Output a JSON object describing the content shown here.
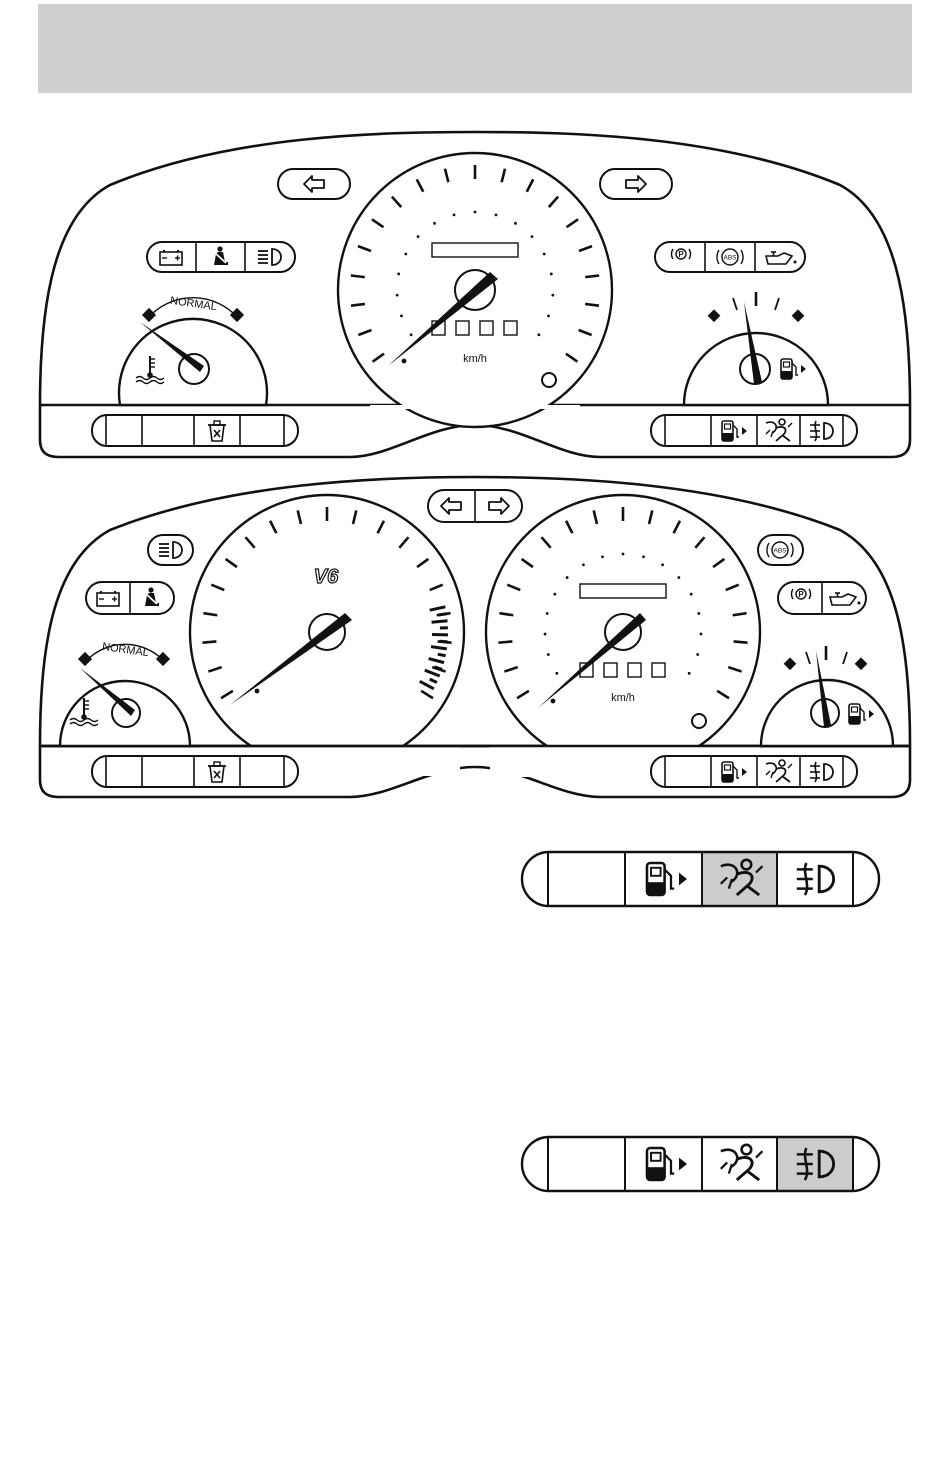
{
  "header": {
    "title": ""
  },
  "colors": {
    "stroke": "#111111",
    "header_gray": "#cfcfcf",
    "highlight_gray": "#cccccc"
  },
  "cluster_base": {
    "speedometer": {
      "unit_label": "km/h"
    },
    "temperature_gauge": {
      "label": "NORMAL"
    },
    "top_left_lamps": [
      "battery-icon",
      "seatbelt-icon",
      "headlamp-icon"
    ],
    "top_right_lamps": [
      "brake-warning-icon",
      "abs-icon",
      "oil-pressure-icon"
    ],
    "bottom_left_lamps": [
      "",
      "",
      "engine-check-icon",
      ""
    ],
    "bottom_right_lamps": [
      "",
      "low-fuel-icon",
      "airbag-icon",
      "front-fog-lamp-icon"
    ],
    "turn_signals": [
      "left-turn-arrow-icon",
      "right-turn-arrow-icon"
    ]
  },
  "cluster_v6": {
    "tachometer": {
      "badge": "V6"
    },
    "speedometer": {
      "unit_label": "km/h"
    },
    "temperature_gauge": {
      "label": "NORMAL"
    },
    "left_lamps": [
      "headlamp-icon",
      "battery-icon",
      "seatbelt-icon"
    ],
    "right_lamps": [
      "abs-icon",
      "brake-warning-icon",
      "oil-pressure-icon"
    ],
    "turn_signals": [
      "left-turn-arrow-icon",
      "right-turn-arrow-icon"
    ]
  },
  "detail_strips": [
    {
      "highlighted": "airbag-icon",
      "cells": [
        "",
        "low-fuel-icon",
        "airbag-icon",
        "front-fog-lamp-icon"
      ]
    },
    {
      "highlighted": "front-fog-lamp-icon",
      "cells": [
        "",
        "low-fuel-icon",
        "airbag-icon",
        "front-fog-lamp-icon"
      ]
    }
  ]
}
